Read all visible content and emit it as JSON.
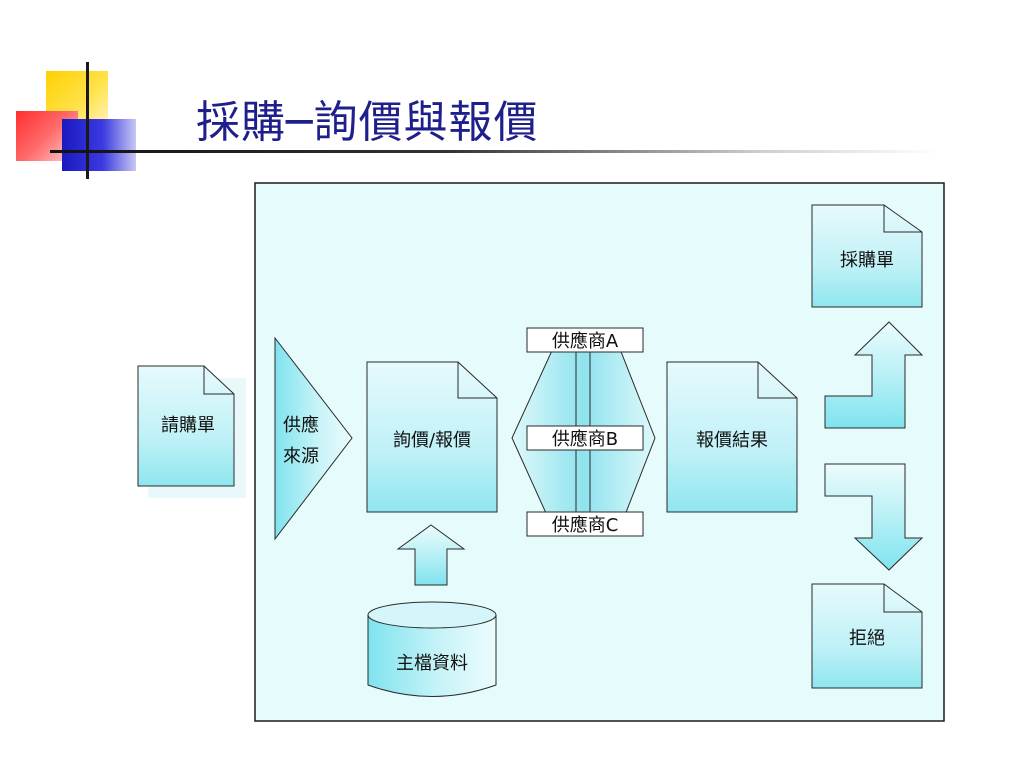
{
  "title": "採購─詢價與報價",
  "colors": {
    "title": "#1f1f8c",
    "panel_bg": "#e6fbfb",
    "shape_cyan": "#7fe3ee",
    "shape_light": "#e4fafc",
    "deco_yellow": "#ffd500",
    "deco_red": "#ff4b4b",
    "deco_blue": "#2626c8"
  },
  "nodes": {
    "purchase_request": "請購單",
    "supplier_source": [
      "供應",
      "來源"
    ],
    "inquiry_quote": "詢價/報價",
    "supplier_a": "供應商A",
    "supplier_b": "供應商B",
    "supplier_c": "供應商C",
    "quote_result": "報價結果",
    "purchase_order": "採購單",
    "reject": "拒絕",
    "master_data": "主檔資料"
  }
}
